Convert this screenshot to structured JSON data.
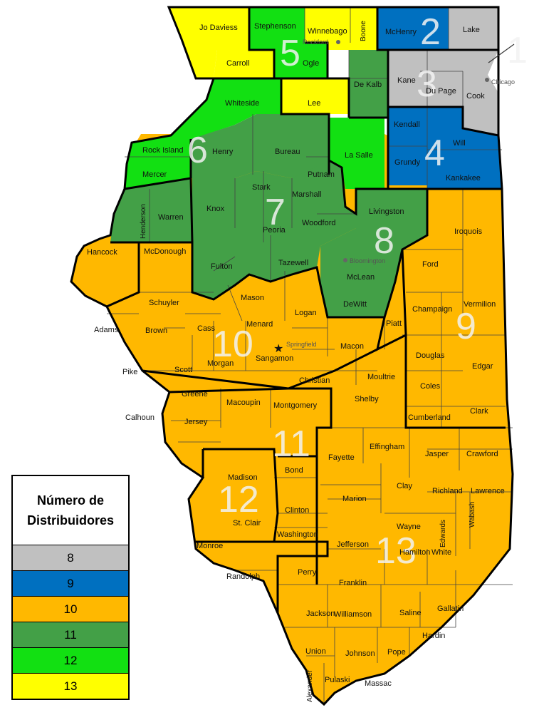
{
  "colors": {
    "c8": "#c0c0c0",
    "c9": "#0070c0",
    "c10": "#ffb800",
    "c11": "#43a047",
    "c12": "#12e012",
    "c13": "#ffff00",
    "border": "#000000",
    "county_line": "#444444"
  },
  "legend": {
    "title_line1": "Número de",
    "title_line2": "Distribuidores",
    "items": [
      {
        "value": "8",
        "color": "#c0c0c0"
      },
      {
        "value": "9",
        "color": "#0070c0"
      },
      {
        "value": "10",
        "color": "#ffb800"
      },
      {
        "value": "11",
        "color": "#43a047"
      },
      {
        "value": "12",
        "color": "#12e012"
      },
      {
        "value": "13",
        "color": "#ffff00"
      }
    ]
  },
  "regions": [
    "1",
    "2",
    "3",
    "4",
    "5",
    "6",
    "7",
    "8",
    "9",
    "10",
    "11",
    "12",
    "13"
  ],
  "cities": {
    "rockford": "Rockford",
    "chicago": "Chicago",
    "bloomington": "Bloomington",
    "springfield": "Springfield"
  },
  "counties": {
    "jo_daviess": "Jo Daviess",
    "stephenson": "Stephenson",
    "winnebago": "Winnebago",
    "boone": "Boone",
    "mchenry": "McHenry",
    "lake": "Lake",
    "carroll": "Carroll",
    "ogle": "Ogle",
    "de_kalb": "De Kalb",
    "kane": "Kane",
    "du_page": "Du Page",
    "cook": "Cook",
    "whiteside": "Whiteside",
    "lee": "Lee",
    "kendall": "Kendall",
    "will": "Will",
    "rock_island": "Rock Island",
    "henry": "Henry",
    "bureau": "Bureau",
    "la_salle": "La Salle",
    "grundy": "Grundy",
    "kankakee": "Kankakee",
    "mercer": "Mercer",
    "putnam": "Putnam",
    "stark": "Stark",
    "marshall": "Marshall",
    "knox": "Knox",
    "henderson": "Henderson",
    "warren": "Warren",
    "livingston": "Livingston",
    "peoria": "Peoria",
    "woodford": "Woodford",
    "iroquois": "Iroquois",
    "hancock": "Hancock",
    "mcdonough": "McDonough",
    "fulton": "Fulton",
    "tazewell": "Tazewell",
    "mclean": "McLean",
    "ford": "Ford",
    "schuyler": "Schuyler",
    "mason": "Mason",
    "logan": "Logan",
    "dewitt": "DeWitt",
    "champaign": "Champaign",
    "vermilion": "Vermilion",
    "adams": "Adams",
    "brown": "Brown",
    "cass": "Cass",
    "menard": "Menard",
    "piatt": "Piatt",
    "sangamon": "Sangamon",
    "macon": "Macon",
    "morgan": "Morgan",
    "scott": "Scott",
    "pike": "Pike",
    "douglas": "Douglas",
    "edgar": "Edgar",
    "christian": "Christian",
    "moultrie": "Moultrie",
    "coles": "Coles",
    "shelby": "Shelby",
    "greene": "Greene",
    "macoupin": "Macoupin",
    "montgomery": "Montgomery",
    "cumberland": "Cumberland",
    "clark": "Clark",
    "calhoun": "Calhoun",
    "jersey": "Jersey",
    "effingham": "Effingham",
    "fayette": "Fayette",
    "jasper": "Jasper",
    "crawford": "Crawford",
    "bond": "Bond",
    "madison": "Madison",
    "clay": "Clay",
    "richland": "Richland",
    "lawrence": "Lawrence",
    "marion": "Marion",
    "clinton": "Clinton",
    "wabash": "Wabash",
    "st_clair": "St. Clair",
    "edwards": "Edwards",
    "wayne": "Wayne",
    "washington": "Washington",
    "monroe": "Monroe",
    "jefferson": "Jefferson",
    "hamilton": "Hamilton",
    "white": "White",
    "randolph": "Randolph",
    "perry": "Perry",
    "franklin": "Franklin",
    "jackson": "Jackson",
    "williamson": "Williamson",
    "saline": "Saline",
    "gallatin": "Gallatin",
    "hardin": "Hardin",
    "union": "Union",
    "johnson": "Johnson",
    "pope": "Pope",
    "alexander": "Alexander",
    "pulaski": "Pulaski",
    "massac": "Massac"
  }
}
